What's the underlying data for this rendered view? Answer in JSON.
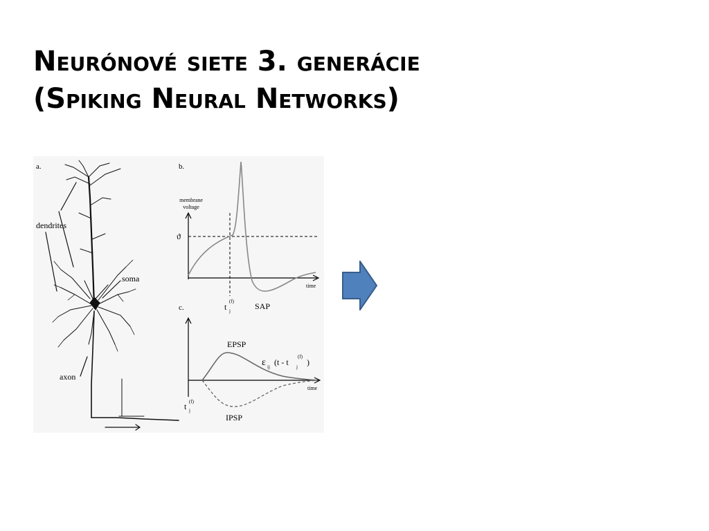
{
  "slide": {
    "title_line1": "Neurónové siete 3. generácie",
    "title_line2": "(Spiking Neural Networks)"
  },
  "figure": {
    "panel_a": {
      "label": "a.",
      "dendrites": "dendrites",
      "soma": "soma",
      "axon": "axon"
    },
    "panel_b": {
      "label": "b.",
      "ylabel_line1": "membrane",
      "ylabel_line2": "voltage",
      "threshold": "ϑ",
      "xlabel": "time",
      "t_main": "t",
      "t_sub": "j",
      "t_sup": "(f)",
      "spike_label": "SAP"
    },
    "panel_c": {
      "label": "c.",
      "epsp": "EPSP",
      "ipsp": "IPSP",
      "xlabel": "time",
      "kernel_eps": "ε",
      "kernel_sub": "ij",
      "kernel_mid": "(t - t",
      "kernel_sub2": "j",
      "kernel_sup": "(f)",
      "kernel_end": ")",
      "t_main": "t",
      "t_sub": "j",
      "t_sup": "(f)"
    }
  },
  "colors": {
    "arrow_fill": "#4f81bd",
    "arrow_stroke": "#385d8a"
  }
}
